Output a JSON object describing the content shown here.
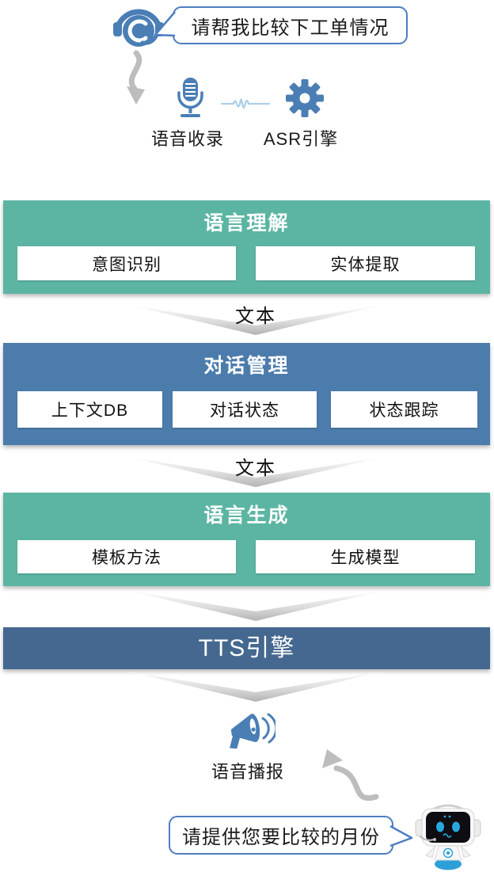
{
  "colors": {
    "teal": "#5CB5A3",
    "blue": "#4C7CAC",
    "navy": "#44688F",
    "icon_blue": "#4A7EB5",
    "bubble_border": "#4D7EC0",
    "waveform_blue": "#A9CEE9",
    "arrow_gray": "#BDBDBD"
  },
  "top": {
    "user_bubble_text": "请帮我比较下工单情况",
    "voice_capture_label": "语音收录",
    "asr_label": "ASR引擎"
  },
  "blocks": {
    "nlu": {
      "title": "语言理解",
      "boxes": [
        "意图识别",
        "实体提取"
      ]
    },
    "dm": {
      "title": "对话管理",
      "boxes": [
        "上下文DB",
        "对话状态",
        "状态跟踪"
      ]
    },
    "nlg": {
      "title": "语言生成",
      "boxes": [
        "模板方法",
        "生成模型"
      ]
    },
    "tts": {
      "title": "TTS引擎"
    }
  },
  "flow_labels": {
    "nlu_to_dm": "文本",
    "dm_to_nlg": "文本"
  },
  "bottom": {
    "broadcast_label": "语音播报",
    "bot_bubble_text": "请提供您要比较的月份"
  },
  "icons": {
    "agent": "headset-agent-icon",
    "microphone": "microphone-icon",
    "waveform": "waveform-icon",
    "gear": "gear-icon",
    "megaphone": "megaphone-icon",
    "robot": "robot-mascot"
  }
}
